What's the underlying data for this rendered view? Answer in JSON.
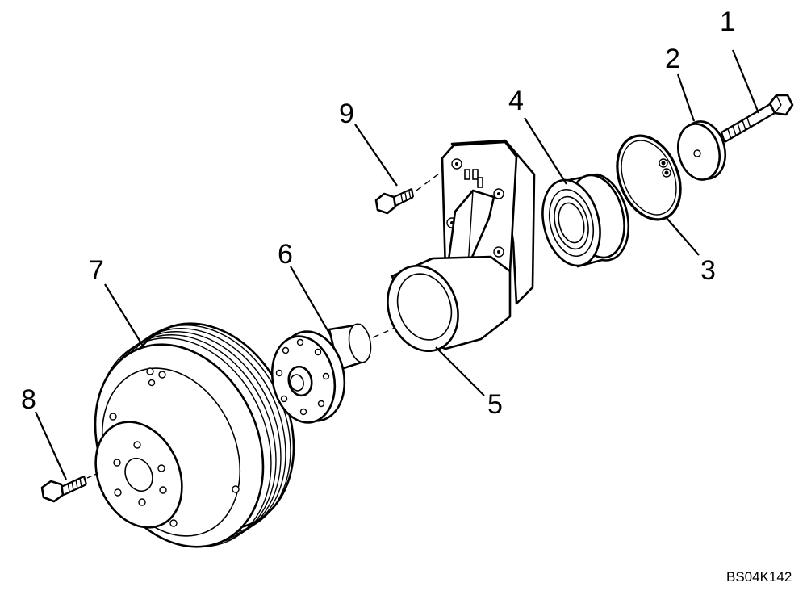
{
  "callouts": {
    "c1": "1",
    "c2": "2",
    "c3": "3",
    "c4": "4",
    "c5": "5",
    "c6": "6",
    "c7": "7",
    "c8": "8",
    "c9": "9"
  },
  "figure_ref": "BS04K142"
}
